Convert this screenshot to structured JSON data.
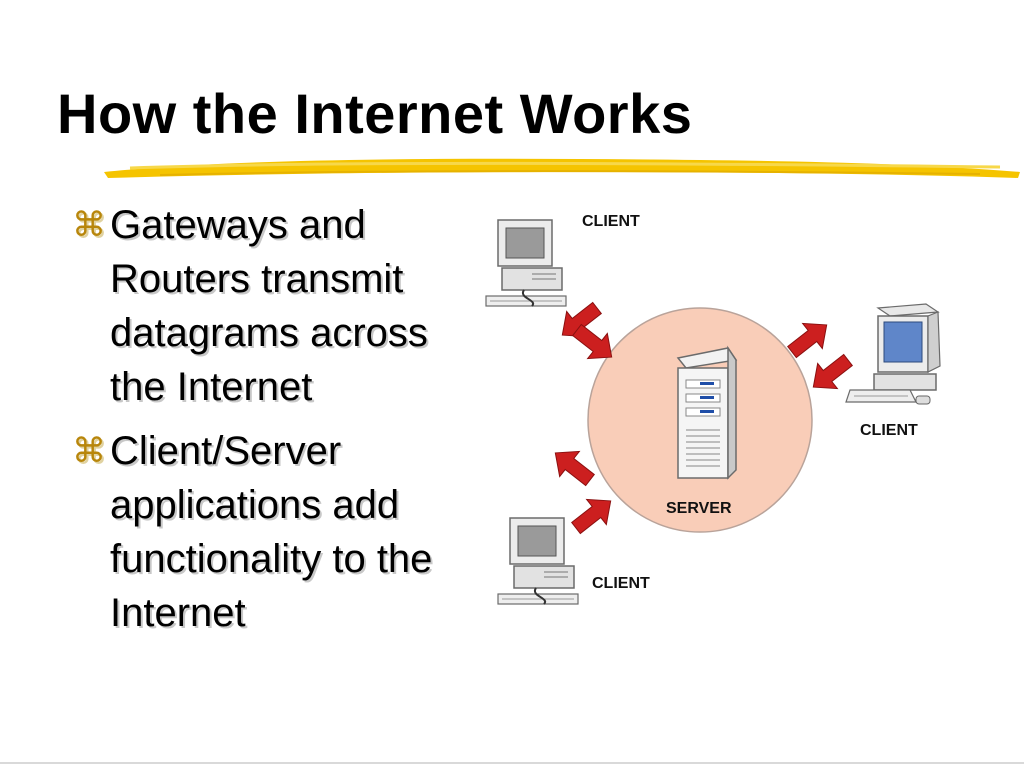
{
  "slide": {
    "title": "How the Internet Works",
    "bullet_glyph": "⌘",
    "bullets": [
      "Gateways and Routers transmit datagrams across the Internet",
      "Client/Server applications add functionality to the Internet"
    ]
  },
  "diagram": {
    "client_label": "CLIENT",
    "server_label": "SERVER"
  },
  "colors": {
    "accent_swoosh": "#f5c400",
    "server_circle": "#f9cdb8",
    "arrow": "#cc1f1f",
    "monitor_screen": "#5f86c9"
  }
}
